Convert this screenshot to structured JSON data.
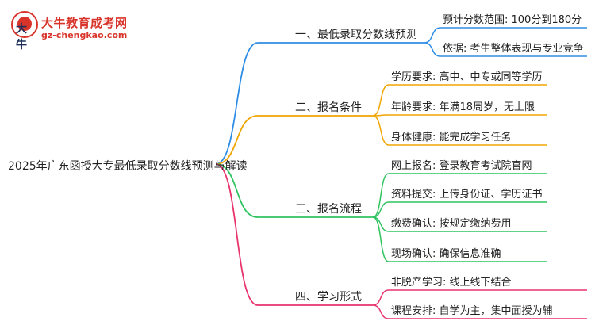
{
  "logo": {
    "title": "大牛教育成考网",
    "url": "gz-chengkao.com"
  },
  "root": {
    "label": "2025年广东函授大专最低录取分数线预测与解读"
  },
  "colors": {
    "branch1": "#2f8de4",
    "branch2": "#f0a500",
    "branch3": "#2fc35f",
    "branch4": "#e8336d"
  },
  "branches": [
    {
      "label": "一、最低录取分数线预测",
      "children": [
        "预计分数范围: 100分到180分",
        "依据: 考生整体表现与专业竞争"
      ]
    },
    {
      "label": "二、报名条件",
      "children": [
        "学历要求: 高中、中专或同等学历",
        "年龄要求: 年满18周岁，无上限",
        "身体健康: 能完成学习任务"
      ]
    },
    {
      "label": "三、报名流程",
      "children": [
        "网上报名: 登录教育考试院官网",
        "资料提交: 上传身份证、学历证书",
        "缴费确认: 按规定缴纳费用",
        "现场确认: 确保信息准确"
      ]
    },
    {
      "label": "四、学习形式",
      "children": [
        "非脱产学习: 线上线下结合",
        "课程安排: 自学为主，集中面授为辅"
      ]
    }
  ]
}
